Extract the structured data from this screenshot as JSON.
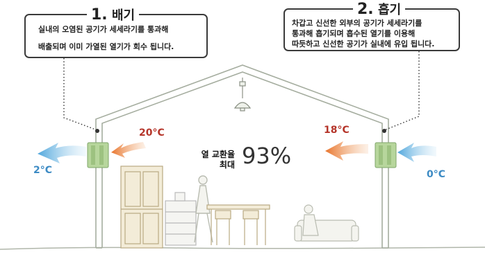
{
  "exhaust": {
    "number": "1.",
    "title": "배기",
    "line1": "실내의 오염된 공기가 세세라기를 통과해",
    "line2": "배출되며 이미 가열된 열기가 회수 됩니다."
  },
  "supply": {
    "number": "2.",
    "title": "흡기",
    "line1": "차갑고 신선한 외부의 공기가 세세라기를",
    "line2": "통과해 흡기되며 흡수된 열기를 이용해",
    "line3": "따듯하고 신선한 공기가 실내에 유입 됩니다."
  },
  "temperatures": {
    "left_inside": "20°C",
    "left_outside": "2°C",
    "right_inside": "18°C",
    "right_outside": "0°C"
  },
  "heat_exchange": {
    "label_line1": "열 교환율",
    "label_line2": "최대",
    "value": "93%"
  },
  "colors": {
    "warm": "#b5352a",
    "cool": "#3d8bc4",
    "house_outline": "#9fa89a",
    "unit_green": "#a6c98a"
  }
}
